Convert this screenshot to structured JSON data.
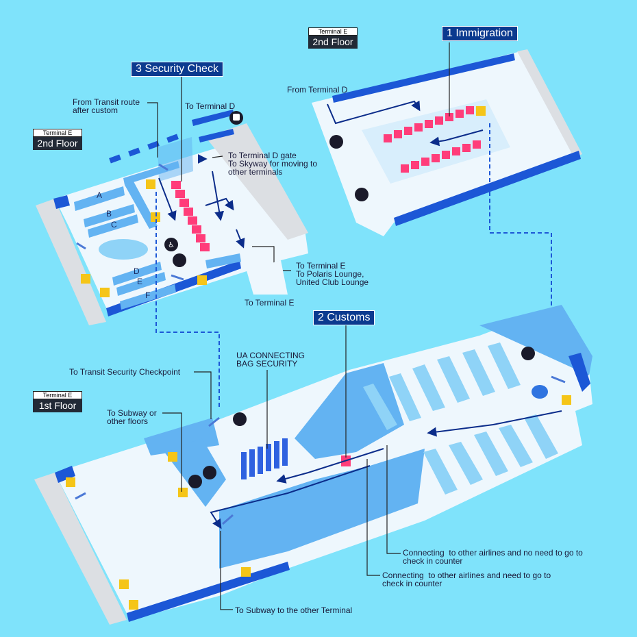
{
  "floor_tags": {
    "top_right": {
      "terminal": "Terminal E",
      "floor": "2nd Floor"
    },
    "left_upper": {
      "terminal": "Terminal E",
      "floor": "2nd Floor"
    },
    "left_lower": {
      "terminal": "Terminal E",
      "floor": "1st Floor"
    }
  },
  "steps": {
    "immigration": "1 Immigration",
    "customs": "2 Customs",
    "security": "3 Security Check"
  },
  "labels": {
    "from_transit": "From Transit route\nafter custom",
    "to_terminal_d": "To Terminal D",
    "to_terminal_d_gate": "To Terminal D gate\nTo Skyway for moving to\nother terminals",
    "to_terminal_e_lounge": "To Terminal E\nTo Polaris Lounge,\nUnited Club Lounge",
    "to_terminal_e": "To Terminal E",
    "from_terminal_d": "From Terminal D",
    "ua_bag_security": "UA CONNECTING\nBAG SECURITY",
    "to_transit_security": "To Transit Security Checkpoint",
    "to_subway_floors": "To Subway or\nother floors",
    "connecting_no_checkin": "Connecting  to other airlines and no need to go to\ncheck in counter",
    "connecting_checkin": "Connecting  to other airlines and need to go to\ncheck in counter",
    "to_subway_terminal": "To Subway to the other Terminal"
  },
  "counter_letters": [
    "A",
    "B",
    "C",
    "D",
    "E",
    "F"
  ],
  "icons": [
    "restroom-icon",
    "wheelchair-icon",
    "train-icon",
    "escalator-icon",
    "elevator-icon"
  ],
  "colors": {
    "background": "#7fe3fb",
    "floor": "#eef7fd",
    "wall": "#1c57d6",
    "wall_light": "#63b3f2",
    "counter": "#b5e4fb",
    "security_lane": "#ff3d7a",
    "label_box": "#0b3a8f",
    "elevator": "#f5c518",
    "route_line": "#0b2c8a"
  }
}
